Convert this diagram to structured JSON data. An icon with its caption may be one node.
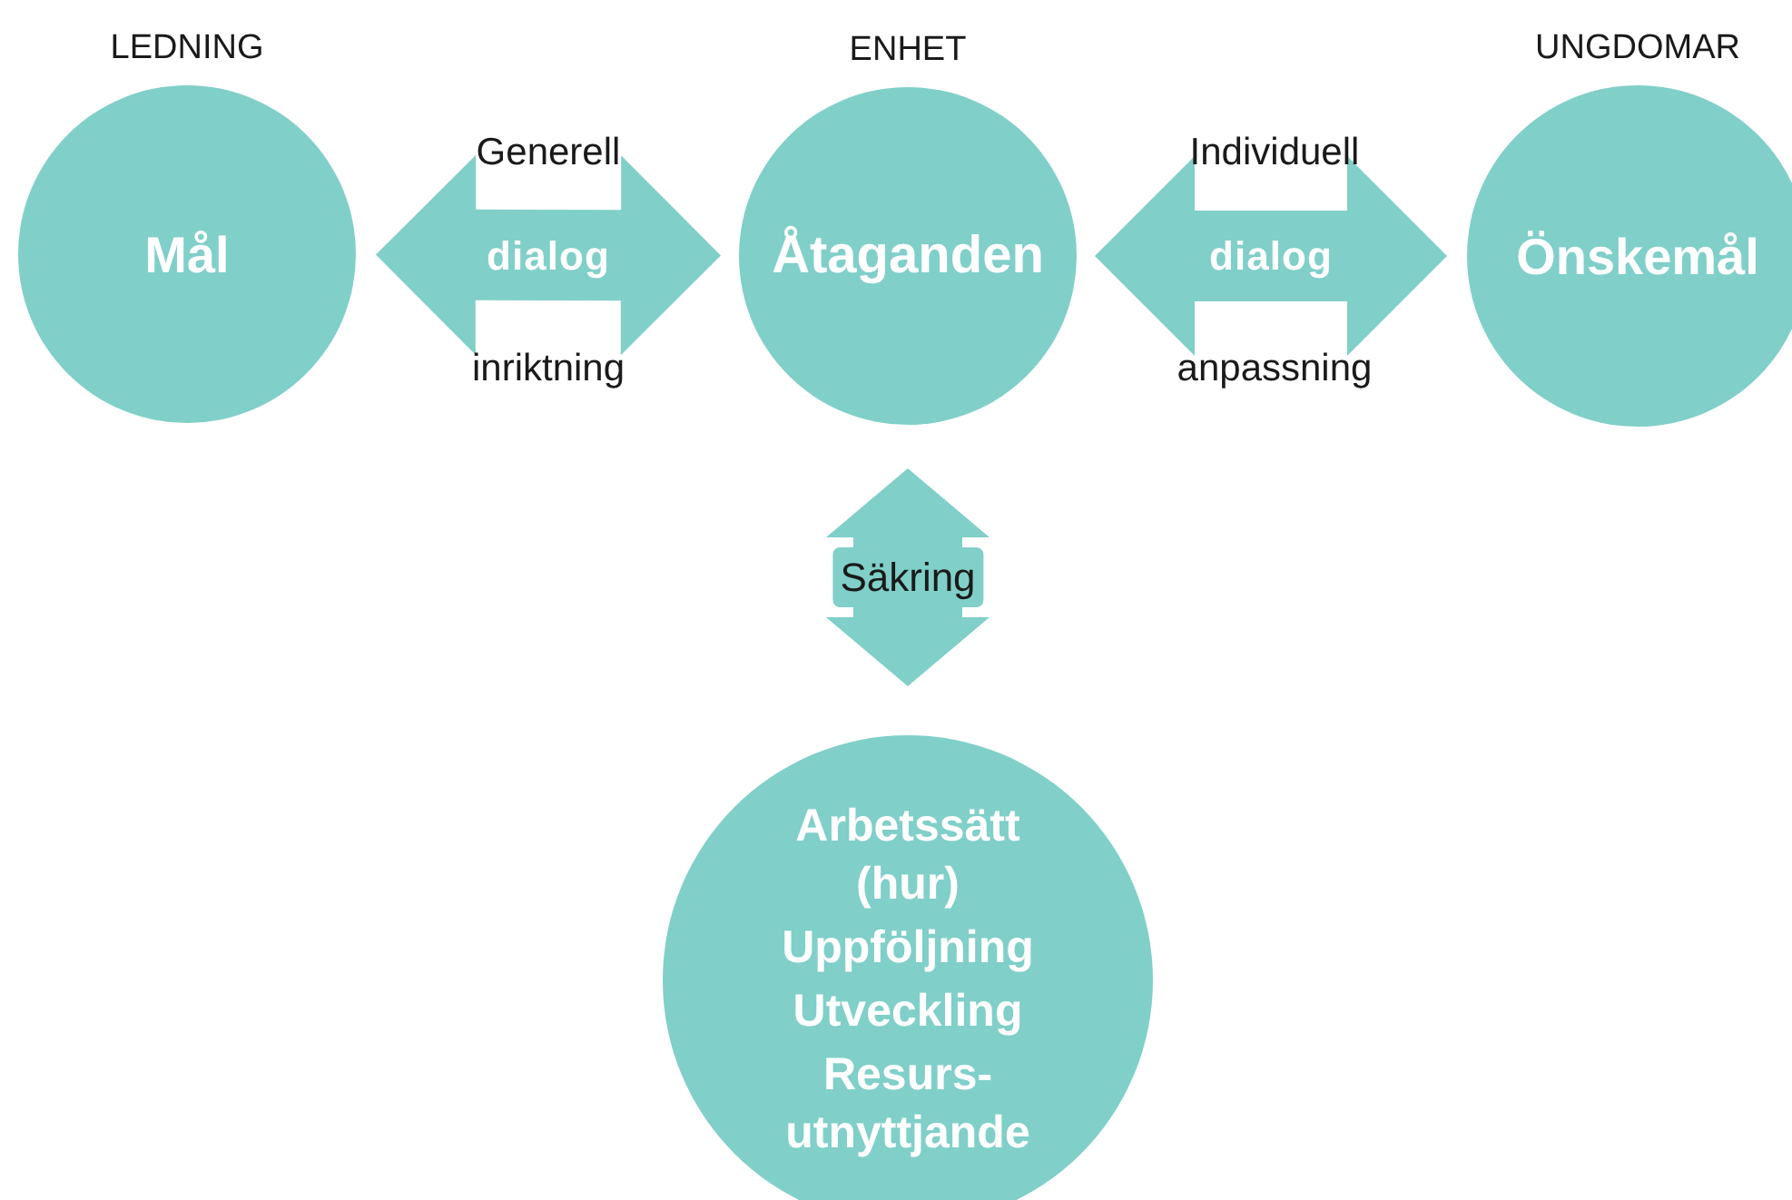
{
  "diagram": {
    "nodes": [
      {
        "text": [
          "LEDNING",
          "Mål"
        ]
      },
      {
        "text": [
          "ENHET",
          "Åtaganden"
        ]
      },
      {
        "text": [
          "UNGDOMAR",
          "Önskemål"
        ]
      },
      {
        "text": [
          "Arbetssätt (hur)",
          "Uppföljning",
          "Utveckling",
          "Resurs- utnyttjande"
        ]
      }
    ],
    "edges": [
      {
        "from": 0,
        "to": 1,
        "arrow": "both",
        "label": "dialog"
      },
      {
        "from": 1,
        "to": 2,
        "arrow": "both",
        "label": "dialog"
      },
      {
        "from": 1,
        "to": 3,
        "arrow": "both",
        "label": "Säkring"
      }
    ],
    "labels": [
      "Generell",
      "inriktning",
      "Individuell",
      "anpassning"
    ]
  }
}
